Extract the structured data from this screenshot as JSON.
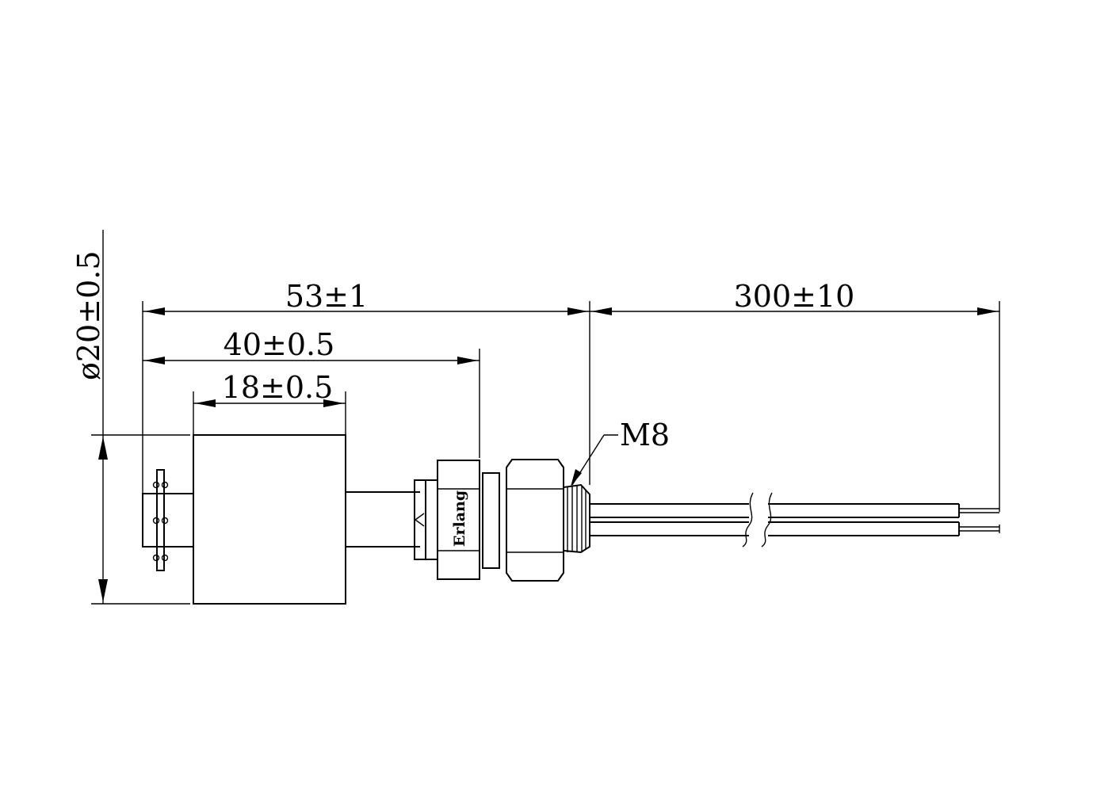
{
  "dimensions": {
    "diameter": "ø20±0.5",
    "total_length": "53±1",
    "stem_length": "40±0.5",
    "float_length": "18±0.5",
    "cable_length": "300±10",
    "thread": "M8"
  },
  "brand": "Erlang"
}
